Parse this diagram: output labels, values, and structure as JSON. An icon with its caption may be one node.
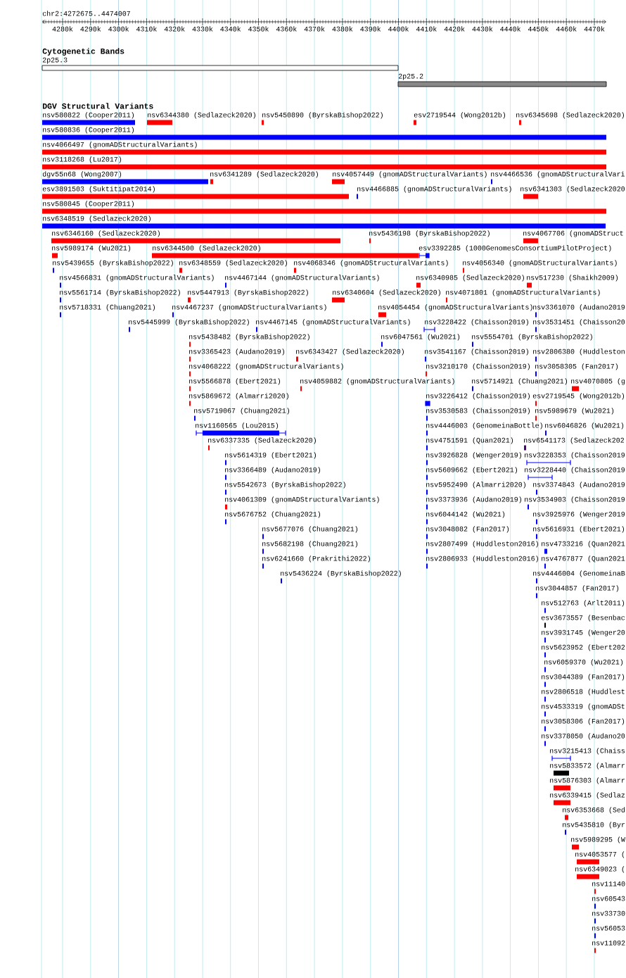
{
  "diagram": {
    "nodes": [
      {
        "text": [
          "2p25.3"
        ]
      },
      {
        "text": [
          "2p25.2"
        ]
      },
      {
        "text": [
          "nsv580822 (Cooper2011)"
        ]
      },
      {
        "text": [
          "nsv6344380 (Sedlazeck2020)"
        ]
      },
      {
        "text": [
          "nsv5450890 (ByrskaBishop2022)"
        ]
      },
      {
        "text": [
          "esv2719544 (Wong2012b)"
        ]
      },
      {
        "text": [
          "nsv6345698 (Sedlazeck2020)"
        ]
      },
      {
        "text": [
          "nsv580836 (Cooper2011)"
        ]
      },
      {
        "text": [
          "nsv4066497 (gnomADStructuralVariants)"
        ]
      },
      {
        "text": [
          "nsv3118268 (Lu2017)"
        ]
      },
      {
        "text": [
          "dgv55n68 (Wong2007)"
        ]
      },
      {
        "text": [
          "nsv6341289 (Sedlazeck2020)"
        ]
      },
      {
        "text": [
          "nsv4057449 (gnomADStructuralVariants)"
        ]
      },
      {
        "text": [
          "nsv4466536 (gnomADStructuralVari"
        ]
      },
      {
        "text": [
          "esv3891503 (Suktitipat2014)"
        ]
      },
      {
        "text": [
          "nsv4466885 (gnomADStructuralVariants)"
        ]
      },
      {
        "text": [
          "nsv6341303 (Sedlazeck2020"
        ]
      },
      {
        "text": [
          "nsv580845 (Cooper2011)"
        ]
      },
      {
        "text": [
          "nsv6348519 (Sedlazeck2020)"
        ]
      },
      {
        "text": [
          "nsv6346160 (Sedlazeck2020)"
        ]
      },
      {
        "text": [
          "nsv5436198 (ByrskaBishop2022)"
        ]
      },
      {
        "text": [
          "nsv4067706 (gnomADStruct"
        ]
      },
      {
        "text": [
          "nsv5989174 (Wu2021)"
        ]
      },
      {
        "text": [
          "nsv6344500 (Sedlazeck2020)"
        ]
      },
      {
        "text": [
          "esv3392285 (1000GenomesConsortiumPilotProject)"
        ]
      },
      {
        "text": [
          "nsv5439655 (ByrskaBishop2022)"
        ]
      },
      {
        "text": [
          "nsv6348559 (Sedlazeck2020)"
        ]
      },
      {
        "text": [
          "nsv4068346 (gnomADStructuralVariants)"
        ]
      },
      {
        "text": [
          "nsv4056340 (gnomADStructuralVariants)"
        ]
      },
      {
        "text": [
          "nsv4566831 (gnomADStructuralVariants)"
        ]
      },
      {
        "text": [
          "nsv4467144 (gnomADStructuralVariants)"
        ]
      },
      {
        "text": [
          "nsv6340985 (Sedlazeck2020)"
        ]
      },
      {
        "text": [
          "nsv517230 (Shaikh2009)"
        ]
      },
      {
        "text": [
          "nsv5561714 (ByrskaBishop2022)"
        ]
      },
      {
        "text": [
          "nsv5447913 (ByrskaBishop2022)"
        ]
      },
      {
        "text": [
          "nsv6340604 (Sedlazeck2020)"
        ]
      },
      {
        "text": [
          "nsv4071801 (gnomADStructuralVariants)"
        ]
      },
      {
        "text": [
          "nsv5718331 (Chuang2021)"
        ]
      },
      {
        "text": [
          "nsv4467237 (gnomADStructuralVariants)"
        ]
      },
      {
        "text": [
          "nsv4054454 (gnomADStructuralVariants)"
        ]
      },
      {
        "text": [
          "nsv3361070 (Audano2019"
        ]
      },
      {
        "text": [
          "nsv5445999 (ByrskaBishop2022)"
        ]
      },
      {
        "text": [
          "nsv4467145 (gnomADStructuralVariants)"
        ]
      },
      {
        "text": [
          "nsv3228422 (Chaisson2019)"
        ]
      },
      {
        "text": [
          "nsv3531451 (Chaisson20"
        ]
      },
      {
        "text": [
          "nsv5438482 (ByrskaBishop2022)"
        ]
      },
      {
        "text": [
          "nsv6047561 (Wu2021)"
        ]
      },
      {
        "text": [
          "nsv5554701 (ByrskaBishop2022)"
        ]
      },
      {
        "text": [
          "nsv3365423 (Audano2019)"
        ]
      },
      {
        "text": [
          "nsv6343427 (Sedlazeck2020)"
        ]
      },
      {
        "text": [
          "nsv3541167 (Chaisson2019)"
        ]
      },
      {
        "text": [
          "nsv2806380 (Huddleston"
        ]
      },
      {
        "text": [
          "nsv4068222 (gnomADStructuralVariants)"
        ]
      },
      {
        "text": [
          "nsv3210170 (Chaisson2019)"
        ]
      },
      {
        "text": [
          "nsv3058305 (Fan2017)"
        ]
      },
      {
        "text": [
          "nsv5566878 (Ebert2021)"
        ]
      },
      {
        "text": [
          "nsv4059882 (gnomADStructuralVariants)"
        ]
      },
      {
        "text": [
          "nsv5714921 (Chuang2021)"
        ]
      },
      {
        "text": [
          "nsv4070805 (g"
        ]
      },
      {
        "text": [
          "nsv5869672 (Almarri2020)"
        ]
      },
      {
        "text": [
          "nsv3226412 (Chaisson2019)"
        ]
      },
      {
        "text": [
          "esv2719545 (Wong2012b)"
        ]
      },
      {
        "text": [
          "nsv5719067 (Chuang2021)"
        ]
      },
      {
        "text": [
          "nsv3530583 (Chaisson2019)"
        ]
      },
      {
        "text": [
          "nsv5989679 (Wu2021)"
        ]
      },
      {
        "text": [
          "nsv1160565 (Lou2015)"
        ]
      },
      {
        "text": [
          "nsv4446003 (GenomeinaBottle)"
        ]
      },
      {
        "text": [
          "nsv6046826 (Wu2021)"
        ]
      },
      {
        "text": [
          "nsv6337335 (Sedlazeck2020)"
        ]
      },
      {
        "text": [
          "nsv4751591 (Quan2021)"
        ]
      },
      {
        "text": [
          "nsv6541173 (Sedlazeck202"
        ]
      },
      {
        "text": [
          "nsv5614319 (Ebert2021)"
        ]
      },
      {
        "text": [
          "nsv3926828 (Wenger2019)"
        ]
      },
      {
        "text": [
          "nsv3228353 (Chaisson2019"
        ]
      },
      {
        "text": [
          "nsv3366489 (Audano2019)"
        ]
      },
      {
        "text": [
          "nsv5609662 (Ebert2021)"
        ]
      },
      {
        "text": [
          "nsv3228440 (Chaisson2019"
        ]
      },
      {
        "text": [
          "nsv5542673 (ByrskaBishop2022)"
        ]
      },
      {
        "text": [
          "nsv5952490 (Almarri2020)"
        ]
      },
      {
        "text": [
          "nsv3374843 (Audano2019"
        ]
      },
      {
        "text": [
          "nsv4061309 (gnomADStructuralVariants)"
        ]
      },
      {
        "text": [
          "nsv3373936 (Audano2019)"
        ]
      },
      {
        "text": [
          "nsv3534903 (Chaisson2019"
        ]
      },
      {
        "text": [
          "nsv5676752 (Chuang2021)"
        ]
      },
      {
        "text": [
          "nsv6044142 (Wu2021)"
        ]
      },
      {
        "text": [
          "nsv3925976 (Wenger2019"
        ]
      },
      {
        "text": [
          "nsv5677076 (Chuang2021)"
        ]
      },
      {
        "text": [
          "nsv3048082 (Fan2017)"
        ]
      },
      {
        "text": [
          "nsv5616931 (Ebert2021)"
        ]
      },
      {
        "text": [
          "nsv5682198 (Chuang2021)"
        ]
      },
      {
        "text": [
          "nsv2807499 (Huddleston2016)"
        ]
      },
      {
        "text": [
          "nsv4733216 (Quan2021"
        ]
      },
      {
        "text": [
          "nsv6241660 (Prakrithi2022)"
        ]
      },
      {
        "text": [
          "nsv2806933 (Huddleston2016)"
        ]
      },
      {
        "text": [
          "nsv4767877 (Quan2021"
        ]
      },
      {
        "text": [
          "nsv5436224 (ByrskaBishop2022)"
        ]
      },
      {
        "text": [
          "nsv4446004 (GenomeinaB"
        ]
      },
      {
        "text": [
          "nsv3044857 (Fan2017)"
        ]
      },
      {
        "text": [
          "nsv512763 (Arlt2011)"
        ]
      },
      {
        "text": [
          "esv3673557 (Besenbac"
        ]
      },
      {
        "text": [
          "nsv3931745 (Wenger20"
        ]
      },
      {
        "text": [
          "nsv5623952 (Ebert202"
        ]
      },
      {
        "text": [
          "nsv6059370 (Wu2021)"
        ]
      },
      {
        "text": [
          "nsv3044389 (Fan2017)"
        ]
      },
      {
        "text": [
          "nsv2806518 (Huddlest"
        ]
      },
      {
        "text": [
          "nsv4533319 (gnomADSt"
        ]
      },
      {
        "text": [
          "nsv3058306 (Fan2017)"
        ]
      },
      {
        "text": [
          "nsv3378050 (Audano20"
        ]
      },
      {
        "text": [
          "nsv3215413 (Chaiss"
        ]
      },
      {
        "text": [
          "nsv5833572 (Almarr"
        ]
      },
      {
        "text": [
          "nsv5876303 (Almarr"
        ]
      },
      {
        "text": [
          "nsv6339415 (Sedlaz"
        ]
      },
      {
        "text": [
          "nsv6353668 (Sed"
        ]
      },
      {
        "text": [
          "nsv5435810 (Byr"
        ]
      },
      {
        "text": [
          "nsv5989295 (W"
        ]
      },
      {
        "text": [
          "nsv4053577 ("
        ]
      },
      {
        "text": [
          "nsv6349023 ("
        ]
      },
      {
        "text": [
          "nsv11140"
        ]
      },
      {
        "text": [
          "nsv60543"
        ]
      },
      {
        "text": [
          "nsv33730"
        ]
      },
      {
        "text": [
          "nsv56053"
        ]
      },
      {
        "text": [
          "nsv11092"
        ]
      }
    ],
    "labels": [
      "chr2:4272675..4474007",
      "4280k",
      "4290k",
      "4300k",
      "4310k",
      "4320k",
      "4330k",
      "4340k",
      "4350k",
      "4360k",
      "4370k",
      "4380k",
      "4390k",
      "4400k",
      "4410k",
      "4420k",
      "4430k",
      "4440k",
      "4450k",
      "4460k",
      "4470k",
      "Cytogenetic Bands",
      "DGV Structural Variants"
    ]
  }
}
